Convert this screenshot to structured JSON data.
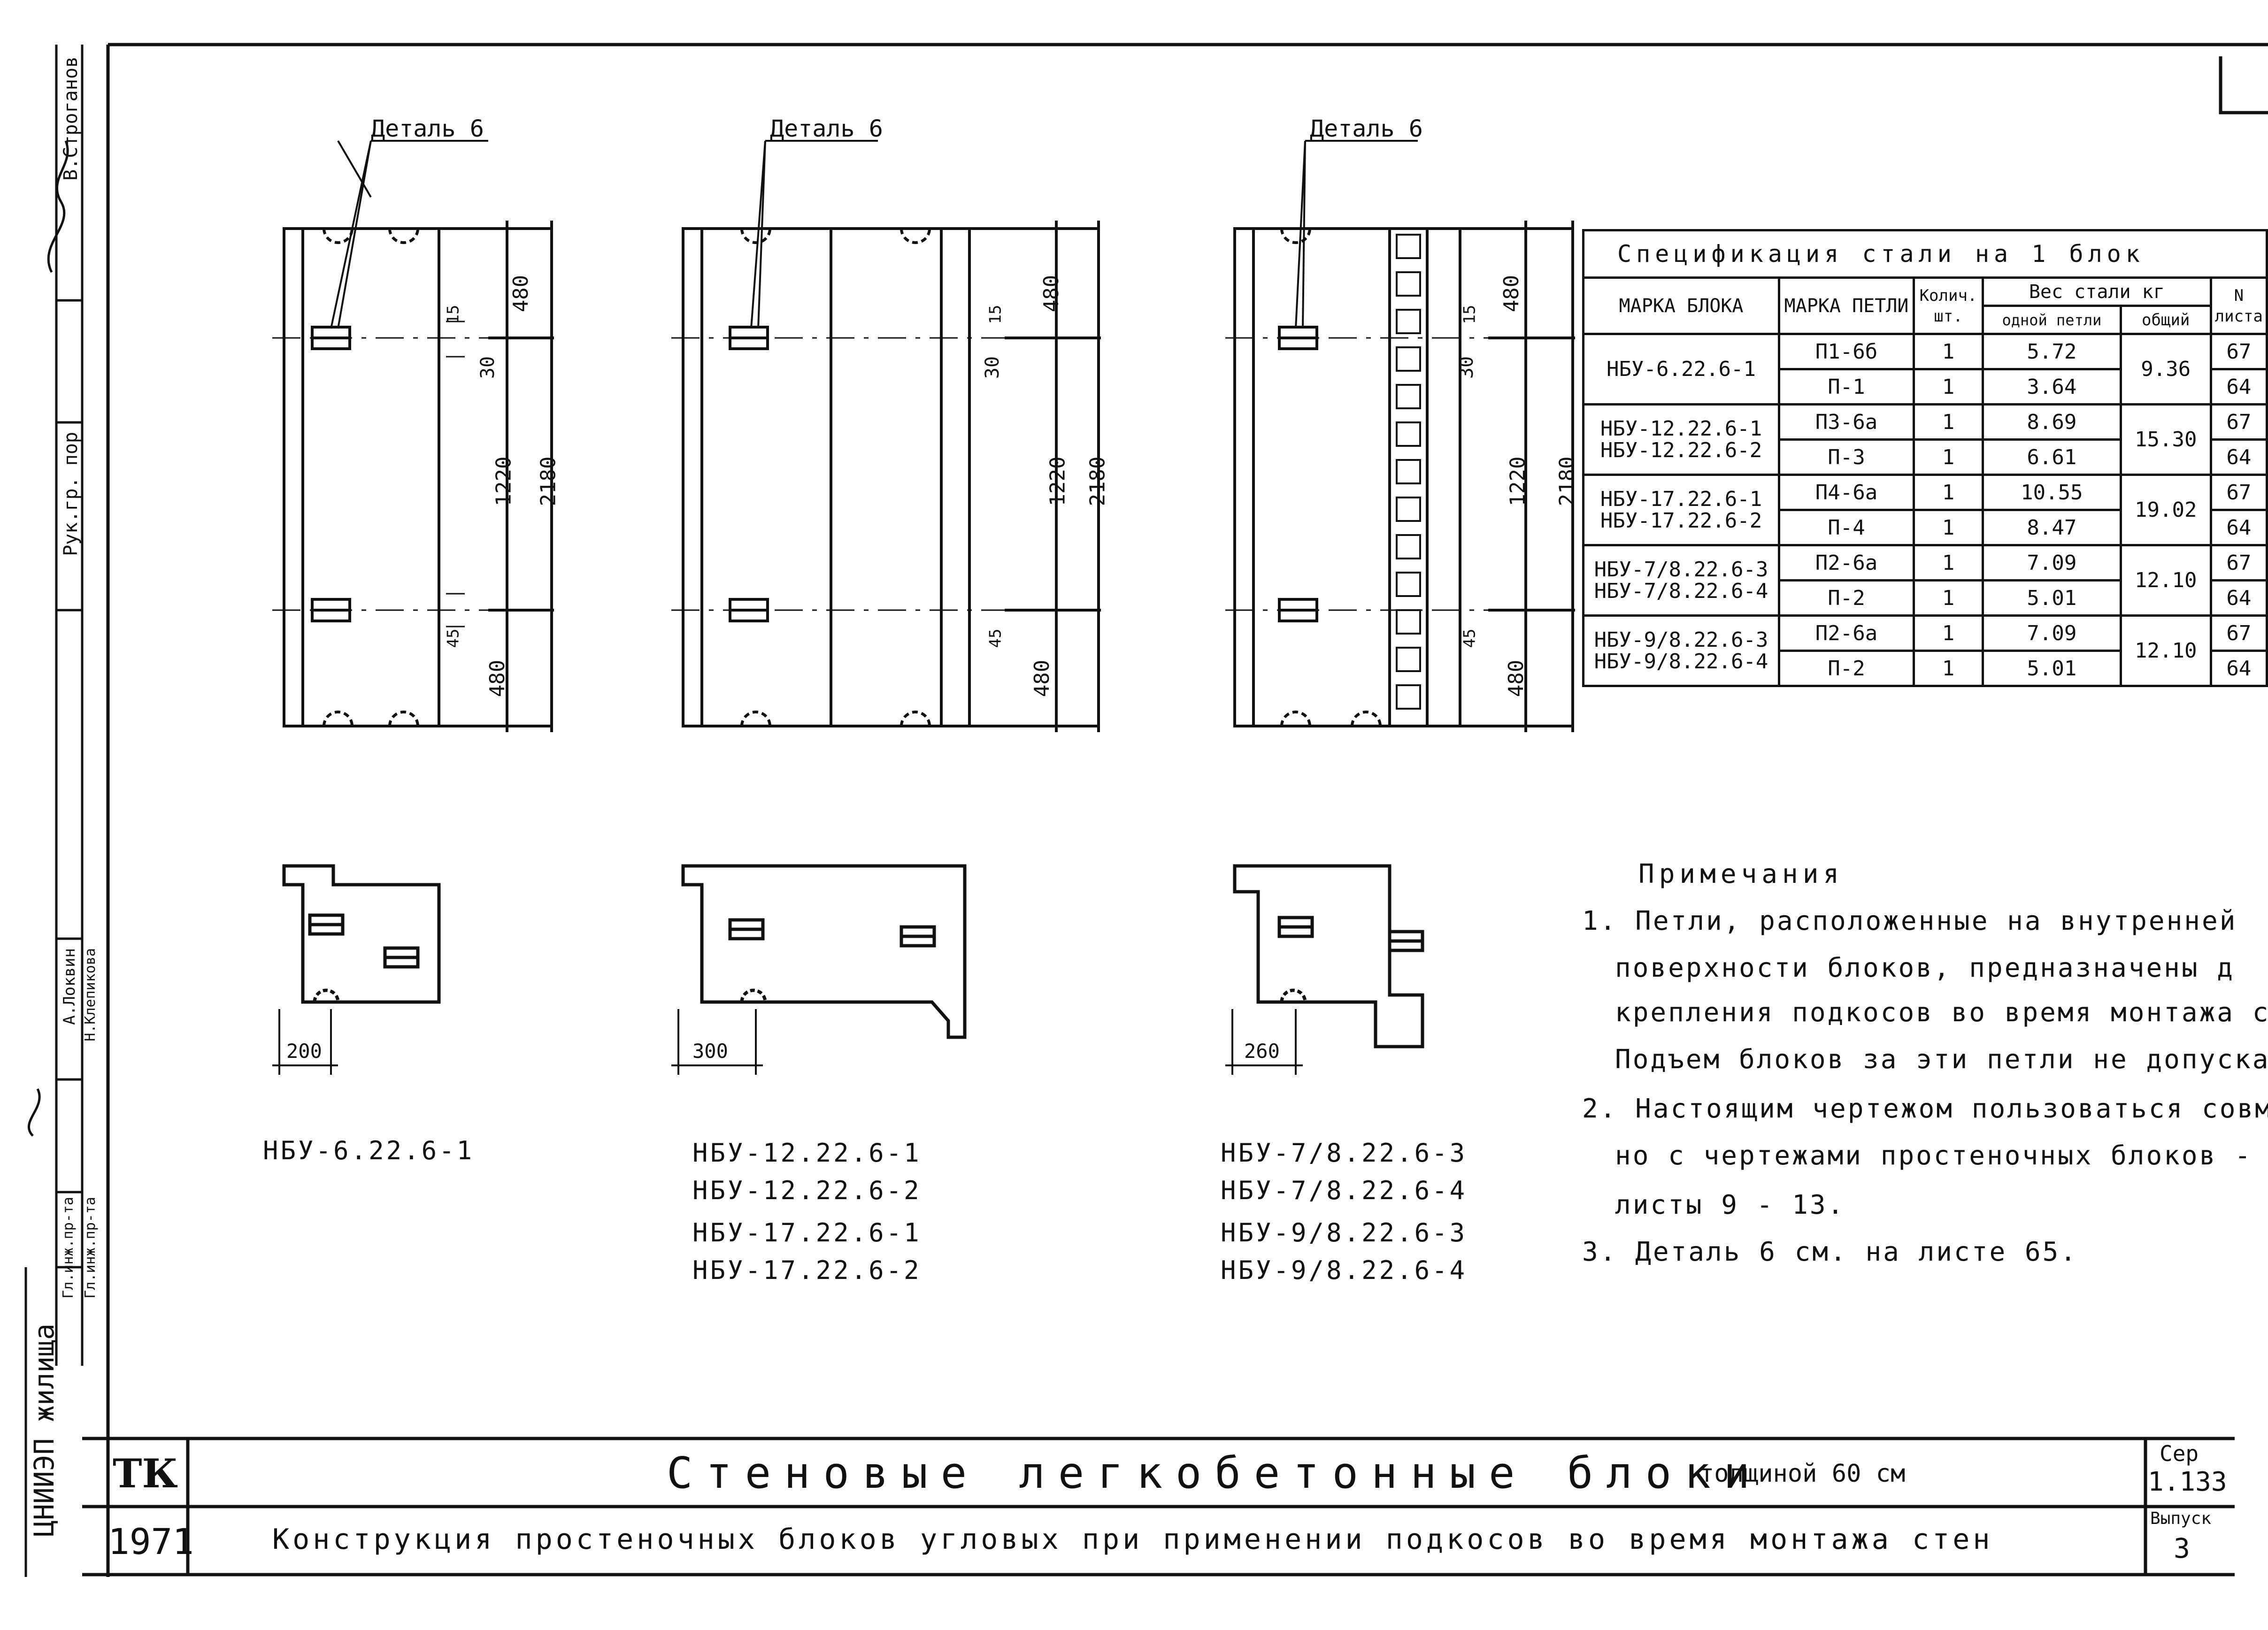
{
  "callouts": {
    "detail_1": "Деталь 6",
    "detail_2": "Деталь 6",
    "detail_3": "Деталь 6"
  },
  "dimensions": {
    "top": "480",
    "middle": "1220",
    "total": "2180",
    "bottom": "480",
    "small_a": "45",
    "small_b": "15",
    "small_c": "30"
  },
  "sections": {
    "s1": {
      "width": "200"
    },
    "s2": {
      "width": "300"
    },
    "s3": {
      "width": "260"
    }
  },
  "block_marks": {
    "group1": [
      "НБУ-6.22.6-1"
    ],
    "group2": [
      "НБУ-12.22.6-1",
      "НБУ-12.22.6-2",
      "НБУ-17.22.6-1",
      "НБУ-17.22.6-2"
    ],
    "group3": [
      "НБУ-7/8.22.6-3",
      "НБУ-7/8.22.6-4",
      "НБУ-9/8.22.6-3",
      "НБУ-9/8.22.6-4"
    ]
  },
  "spec_table": {
    "title": "Спецификация стали на 1 блок",
    "headers": {
      "block_mark": "МАРКА БЛОКА",
      "loop_mark": "МАРКА ПЕТЛИ",
      "qty": "Колич. шт.",
      "steel_weight": "Вес стали кг",
      "one_loop": "одной петли",
      "total": "общий",
      "sheet_no": "N листа"
    },
    "rows": [
      {
        "block": "НБУ-6.22.6-1",
        "loops": [
          {
            "mark": "П1-6б",
            "qty": "1",
            "w": "5.72",
            "sheet": "67"
          },
          {
            "mark": "П-1",
            "qty": "1",
            "w": "3.64",
            "sheet": "64"
          }
        ],
        "total": "9.36"
      },
      {
        "block": "НБУ-12.22.6-1 НБУ-12.22.6-2",
        "loops": [
          {
            "mark": "П3-6а",
            "qty": "1",
            "w": "8.69",
            "sheet": "67"
          },
          {
            "mark": "П-3",
            "qty": "1",
            "w": "6.61",
            "sheet": "64"
          }
        ],
        "total": "15.30"
      },
      {
        "block": "НБУ-17.22.6-1 НБУ-17.22.6-2",
        "loops": [
          {
            "mark": "П4-6а",
            "qty": "1",
            "w": "10.55",
            "sheet": "67"
          },
          {
            "mark": "П-4",
            "qty": "1",
            "w": "8.47",
            "sheet": "64"
          }
        ],
        "total": "19.02"
      },
      {
        "block": "НБУ-7/8.22.6-3 НБУ-7/8.22.6-4",
        "loops": [
          {
            "mark": "П2-6а",
            "qty": "1",
            "w": "7.09",
            "sheet": "67"
          },
          {
            "mark": "П-2",
            "qty": "1",
            "w": "5.01",
            "sheet": "64"
          }
        ],
        "total": "12.10"
      },
      {
        "block": "НБУ-9/8.22.6-3 НБУ-9/8.22.6-4",
        "loops": [
          {
            "mark": "П2-6а",
            "qty": "1",
            "w": "7.09",
            "sheet": "67"
          },
          {
            "mark": "П-2",
            "qty": "1",
            "w": "5.01",
            "sheet": "64"
          }
        ],
        "total": "12.10"
      }
    ]
  },
  "notes": {
    "heading": "Примечания",
    "lines": [
      "1. Петли, расположенные на внутренней",
      "поверхности блоков, предназначены д",
      "крепления подкосов во время монтажа стен",
      "Подъем блоков за эти петли не допускаетс",
      "2. Настоящим чертежом пользоваться совм",
      "но с чертежами простеночных блоков -",
      "листы 9 - 13.",
      "3. Деталь 6 см. на листе 65."
    ]
  },
  "title_block": {
    "org": "ТК",
    "year": "1971",
    "title": "Стеновые легкобетонные блоки",
    "thickness": "толщиной 60 см",
    "subtitle": "Конструкция простеночных блоков угловых при применении подкосов во время монтажа стен",
    "series_label": "Сер",
    "series_value": "1.133",
    "issue_label": "Выпуск",
    "issue_value": "3"
  },
  "side_stamp": {
    "author": "В.Строганов",
    "role_top": "Рук.гр. пор",
    "eng1_name": "А.Локвин",
    "eng2_name": "Н.Клепикова",
    "role1": "Гл.инж.пр-та",
    "role2": "Гл.инж.пр-та",
    "institute": "ЦНИИЭП жилища"
  }
}
